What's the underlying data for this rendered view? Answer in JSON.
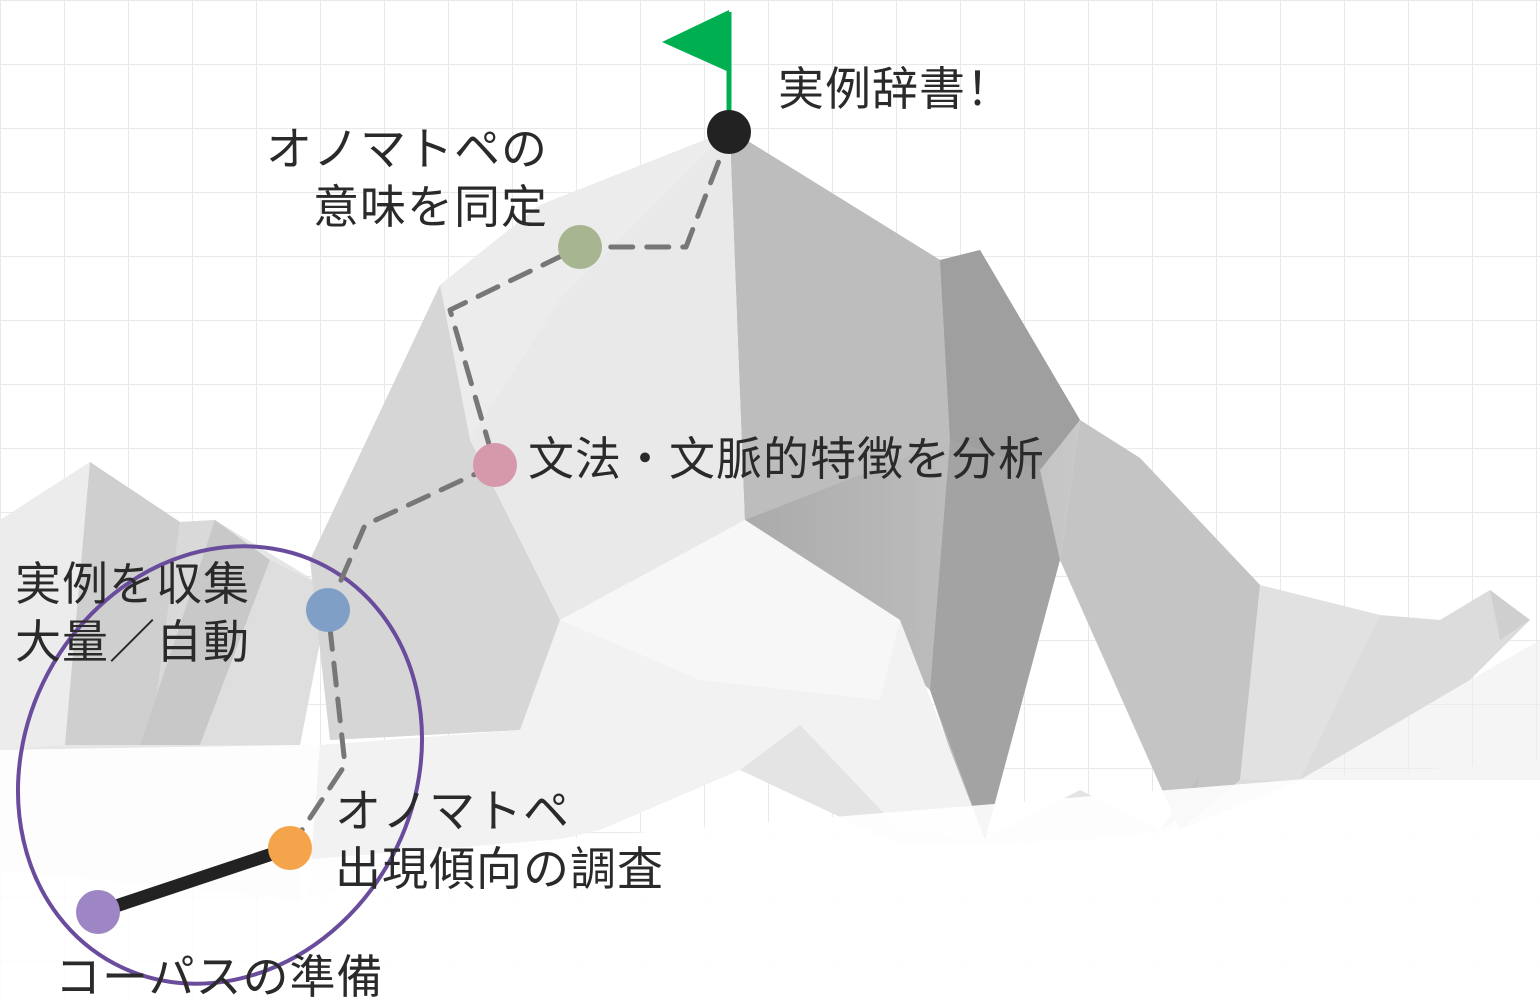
{
  "colors": {
    "grid": "#e9e9e9",
    "path_dash": "#777777",
    "path_solid": "#222222",
    "highlight_ellipse": "#6a4c9c",
    "flag": "#00b050",
    "flag_pole": "#00b050"
  },
  "milestones": [
    {
      "id": "corpus",
      "line1": "コーパスの準備",
      "line2": "",
      "color": "#9e86c4"
    },
    {
      "id": "survey",
      "line1": "オノマトペ",
      "line2": "出現傾向の調査",
      "color": "#f4a44a"
    },
    {
      "id": "collect",
      "line1": "実例を収集",
      "line2": "大量／自動",
      "color": "#7f9fc6"
    },
    {
      "id": "analyze",
      "line1": "文法・文脈的特徴を分析",
      "line2": "",
      "color": "#d699ab"
    },
    {
      "id": "identify",
      "line1": "オノマトペの",
      "line2": "意味を同定",
      "color": "#a7b591"
    },
    {
      "id": "summit",
      "line1": "実例辞書！",
      "line2": "",
      "color": "#222222"
    }
  ],
  "completed_segments": 1,
  "highlighted_milestones": [
    "corpus",
    "survey",
    "collect"
  ]
}
